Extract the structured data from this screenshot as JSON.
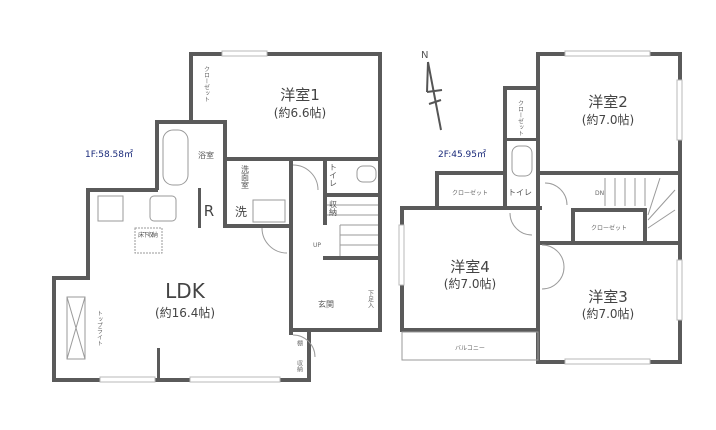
{
  "floor1": {
    "area": "1F:58.58㎡",
    "rooms": {
      "western1": {
        "name": "洋室1",
        "size": "(約6.6帖)"
      },
      "ldk": {
        "name": "LDK",
        "size": "(約16.4帖)"
      },
      "closet": "クローゼット",
      "bath": "浴室",
      "washroom": "洗面室",
      "toilet": "トイレ",
      "storage": "収納",
      "fridge": "R",
      "washer": "洗",
      "underfloor": "床下収納",
      "up": "UP",
      "skylight": "トップライト",
      "entrance": "玄関",
      "shoe": "下足入",
      "shelf": "棚",
      "storage2": "収納"
    }
  },
  "floor2": {
    "area": "2F:45.95㎡",
    "north": "N",
    "rooms": {
      "western2": {
        "name": "洋室2",
        "size": "(約7.0帖)"
      },
      "western3": {
        "name": "洋室3",
        "size": "(約7.0帖)"
      },
      "western4": {
        "name": "洋室4",
        "size": "(約7.0帖)"
      },
      "closet_a": "クローゼット",
      "closet_b": "クローゼット",
      "closet_c": "クローゼット",
      "toilet": "トイレ",
      "dn": "DN",
      "balcony": "バルコニー"
    }
  },
  "colors": {
    "wall": "#5a5a5a",
    "area_text": "#1a2a7a"
  }
}
